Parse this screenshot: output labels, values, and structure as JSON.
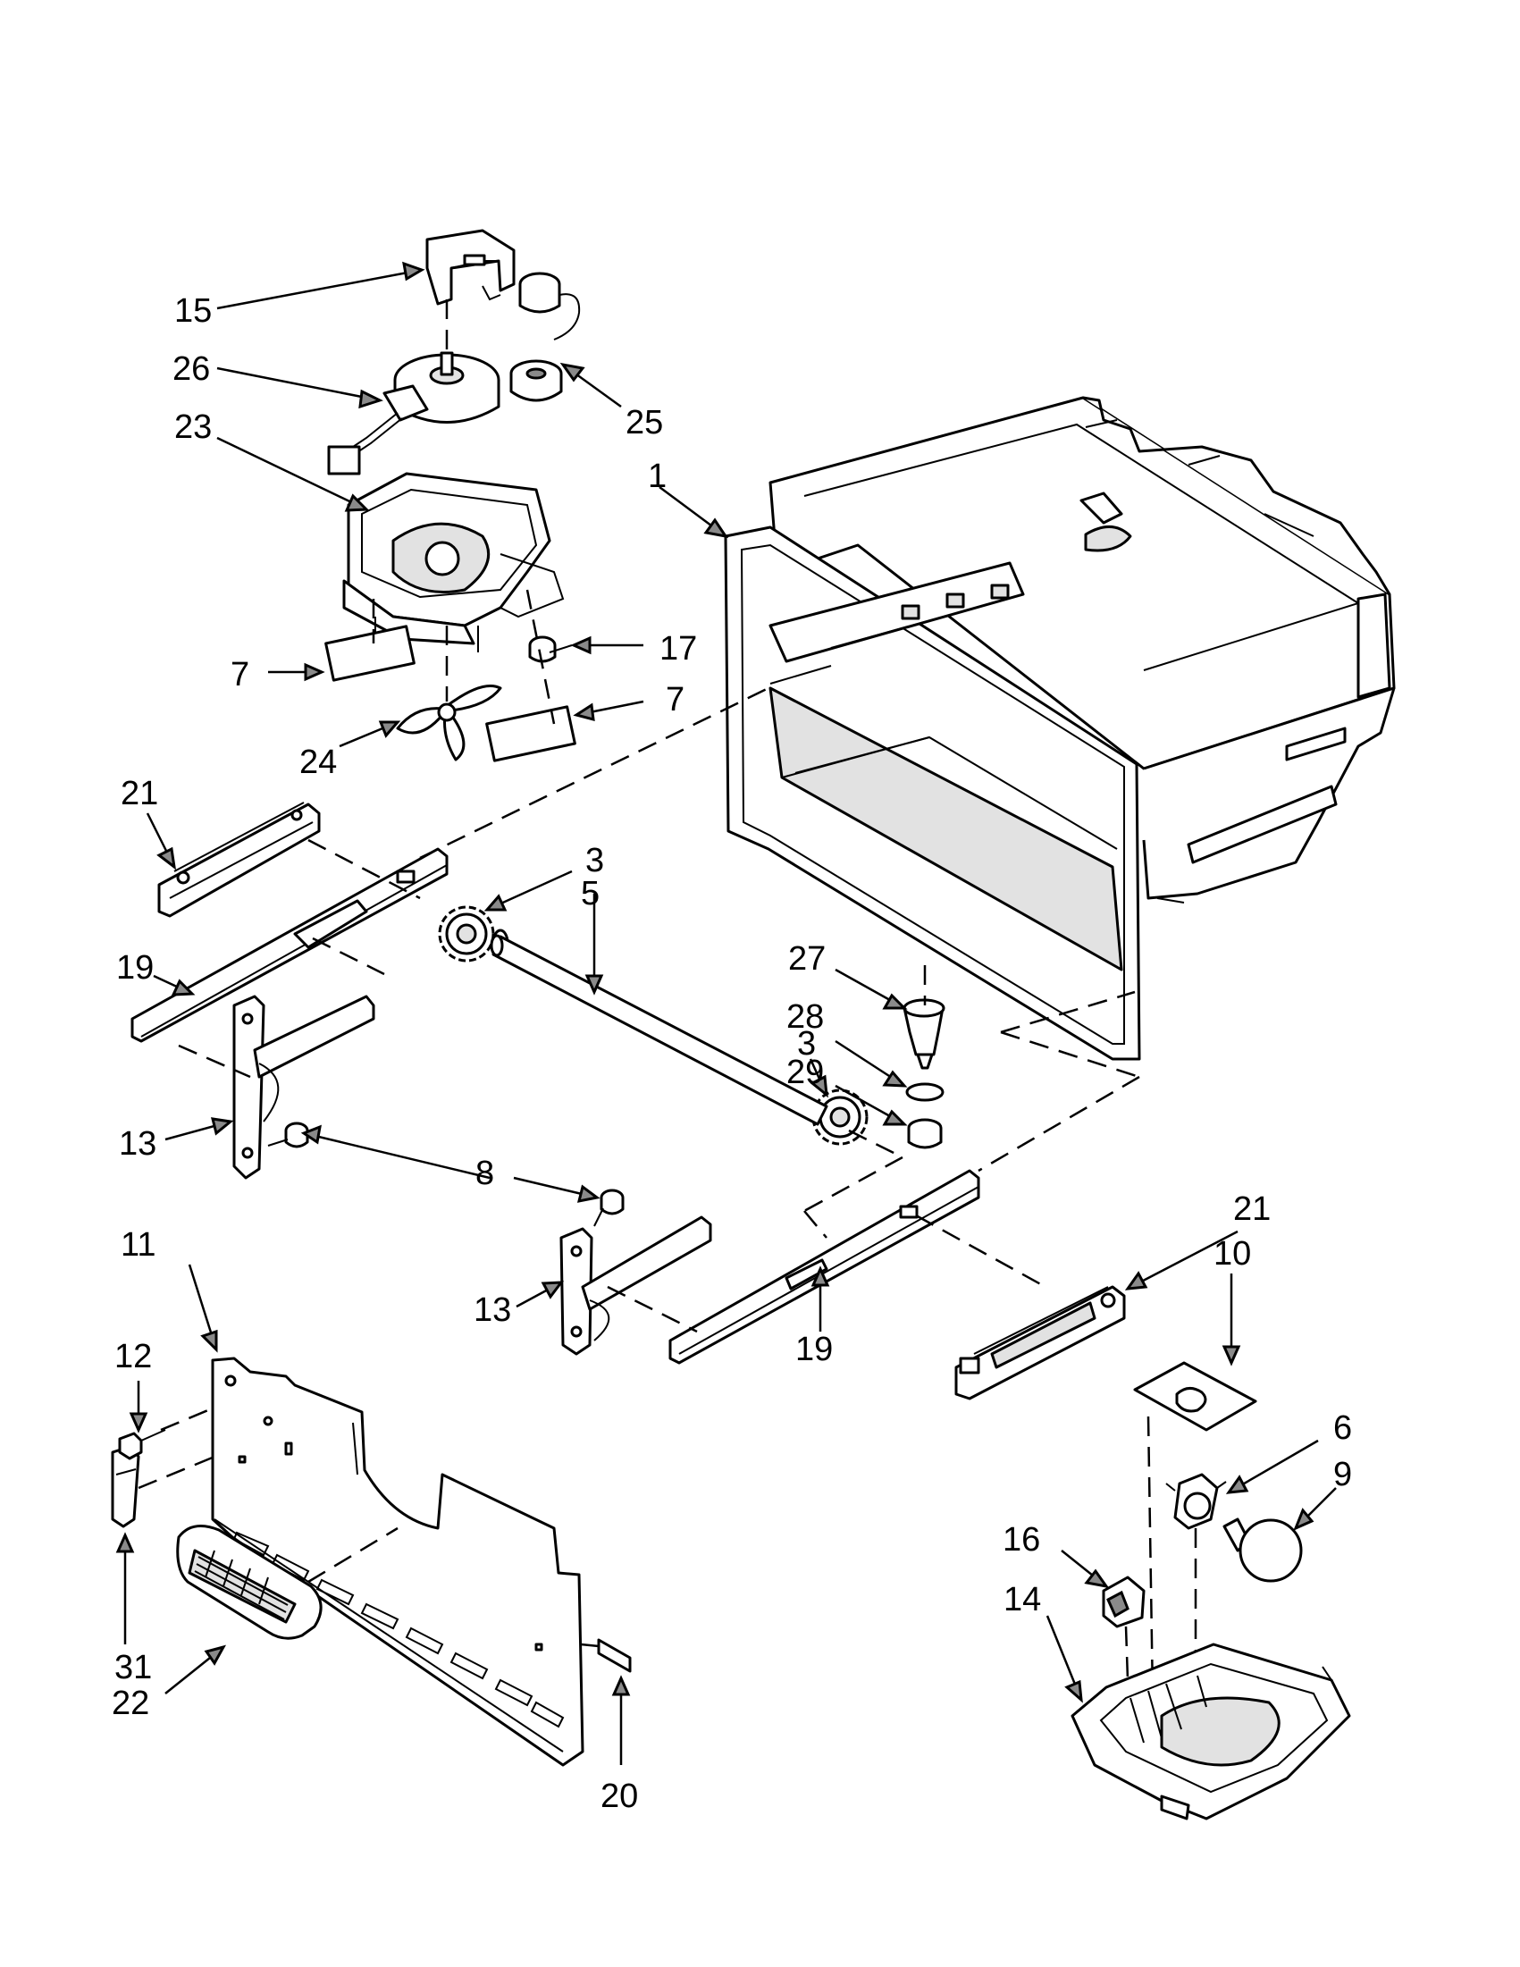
{
  "callouts": [
    {
      "id": "c15a",
      "label": "15"
    },
    {
      "id": "c26",
      "label": "26"
    },
    {
      "id": "c25",
      "label": "25"
    },
    {
      "id": "c23",
      "label": "23"
    },
    {
      "id": "c1",
      "label": "1"
    },
    {
      "id": "c7a",
      "label": "7"
    },
    {
      "id": "c17",
      "label": "17"
    },
    {
      "id": "c7b",
      "label": "7"
    },
    {
      "id": "c24",
      "label": "24"
    },
    {
      "id": "c21a",
      "label": "21"
    },
    {
      "id": "c3a",
      "label": "3"
    },
    {
      "id": "c5",
      "label": "5"
    },
    {
      "id": "c27",
      "label": "27"
    },
    {
      "id": "c28",
      "label": "28"
    },
    {
      "id": "c29",
      "label": "29"
    },
    {
      "id": "c3b",
      "label": "3"
    },
    {
      "id": "c19a",
      "label": "19"
    },
    {
      "id": "c13a",
      "label": "13"
    },
    {
      "id": "c8",
      "label": "8"
    },
    {
      "id": "c21b",
      "label": "21"
    },
    {
      "id": "c10",
      "label": "10"
    },
    {
      "id": "c11",
      "label": "11"
    },
    {
      "id": "c13b",
      "label": "13"
    },
    {
      "id": "c19b",
      "label": "19"
    },
    {
      "id": "c12",
      "label": "12"
    },
    {
      "id": "c6",
      "label": "6"
    },
    {
      "id": "c9",
      "label": "9"
    },
    {
      "id": "c16",
      "label": "16"
    },
    {
      "id": "c14",
      "label": "14"
    },
    {
      "id": "c31",
      "label": "31"
    },
    {
      "id": "c22",
      "label": "22"
    },
    {
      "id": "c20",
      "label": "20"
    }
  ]
}
